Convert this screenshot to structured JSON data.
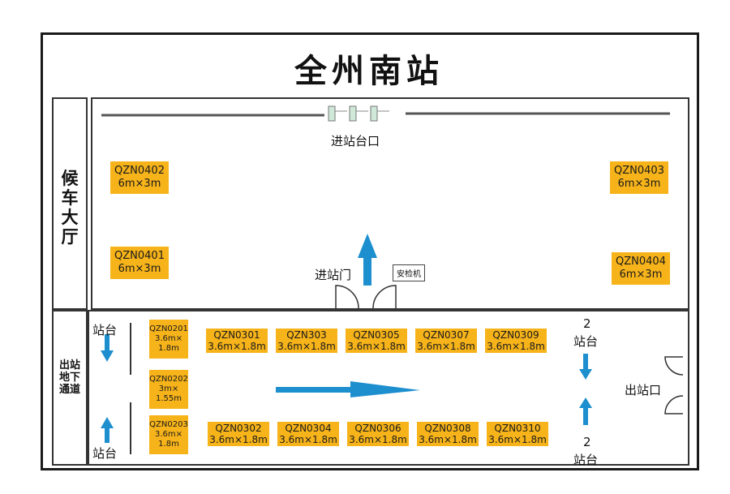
{
  "title": "全州南站",
  "waiting_hall": "候车大厅",
  "underpass": "出站地下通道",
  "labels": {
    "entry_platform": "进站台口",
    "entry_gate": "进站门",
    "security": "安检机",
    "platform": "站台",
    "platform2_top_num": "2",
    "platform2_top": "站台",
    "platform2_bottom_num": "2",
    "platform2_bottom": "站台",
    "exit": "出站口"
  },
  "hall_boxes": [
    {
      "id": "QZN0402",
      "size": "6m×3m"
    },
    {
      "id": "QZN0403",
      "size": "6m×3m"
    },
    {
      "id": "QZN0401",
      "size": "6m×3m"
    },
    {
      "id": "QZN0404",
      "size": "6m×3m"
    }
  ],
  "tunnel_small_boxes": [
    {
      "id": "QZN0201",
      "l1": "3.6m×",
      "l2": "1.8m"
    },
    {
      "id": "QZN0202",
      "l1": "3m×",
      "l2": "1.55m"
    },
    {
      "id": "QZN0203",
      "l1": "3.6m×",
      "l2": "1.8m"
    }
  ],
  "tunnel_top_boxes": [
    {
      "id": "QZN0301",
      "size": "3.6m×1.8m"
    },
    {
      "id": "QZN303",
      "size": "3.6m×1.8m"
    },
    {
      "id": "QZN0305",
      "size": "3.6m×1.8m"
    },
    {
      "id": "QZN0307",
      "size": "3.6m×1.8m"
    },
    {
      "id": "QZN0309",
      "size": "3.6m×1.8m"
    }
  ],
  "tunnel_bottom_boxes": [
    {
      "id": "QZN0302",
      "size": "3.6m×1.8m"
    },
    {
      "id": "QZN0304",
      "size": "3.6m×1.8m"
    },
    {
      "id": "QZN0306",
      "size": "3.6m×1.8m"
    },
    {
      "id": "QZN0308",
      "size": "3.6m×1.8m"
    },
    {
      "id": "QZN0310",
      "size": "3.6m×1.8m"
    }
  ],
  "colors": {
    "box": "#f6b31a",
    "arrow": "#1d8fcf",
    "line": "#333333"
  }
}
